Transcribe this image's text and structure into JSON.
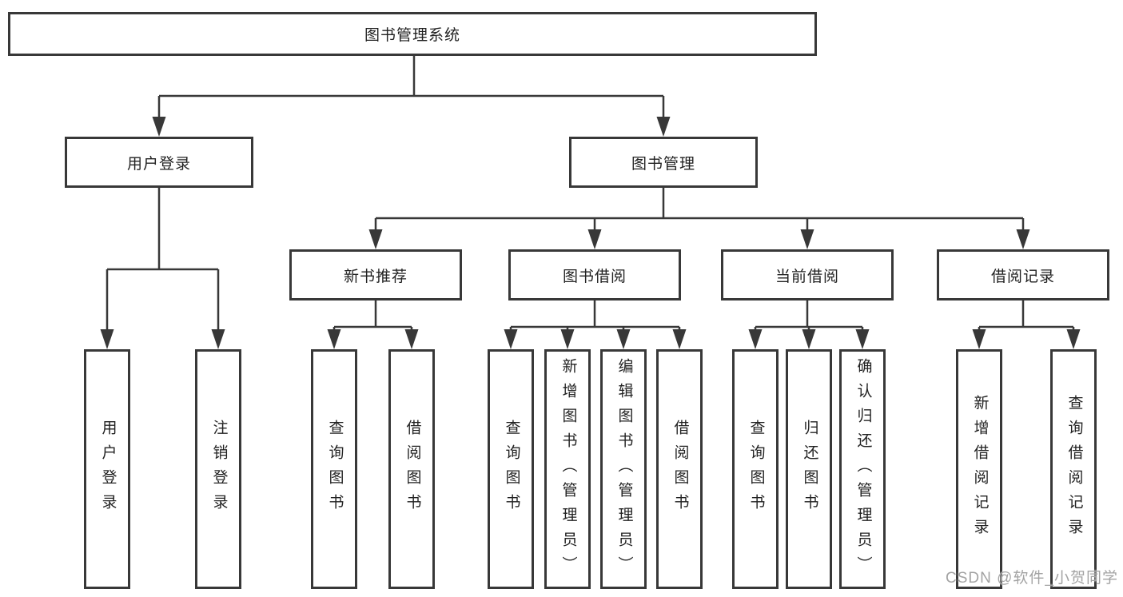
{
  "colors": {
    "line": "#383838",
    "text": "#222222",
    "watermark": "#a3a3a3",
    "background": "#ffffff"
  },
  "tree": {
    "root": "图书管理系统",
    "branches": [
      {
        "label": "用户登录",
        "children": [
          {
            "label": "用户登录"
          },
          {
            "label": "注销登录"
          }
        ]
      },
      {
        "label": "图书管理",
        "children": [
          {
            "label": "新书推荐",
            "children": [
              {
                "label": "查询图书"
              },
              {
                "label": "借阅图书"
              }
            ]
          },
          {
            "label": "图书借阅",
            "children": [
              {
                "label": "查询图书"
              },
              {
                "label": "新增图书（管理员）"
              },
              {
                "label": "编辑图书（管理员）"
              },
              {
                "label": "借阅图书"
              }
            ]
          },
          {
            "label": "当前借阅",
            "children": [
              {
                "label": "查询图书"
              },
              {
                "label": "归还图书"
              },
              {
                "label": "确认归还（管理员）"
              }
            ]
          },
          {
            "label": "借阅记录",
            "children": [
              {
                "label": "新增借阅记录"
              },
              {
                "label": "查询借阅记录"
              }
            ]
          }
        ]
      }
    ]
  },
  "watermark": {
    "text": "CSDN @软件_小贺同学"
  }
}
